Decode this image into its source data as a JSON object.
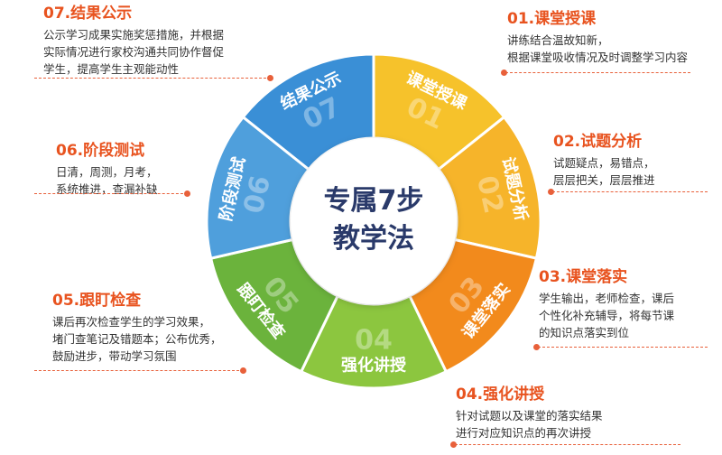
{
  "center": {
    "line1": "专属7步",
    "line2": "教学法"
  },
  "colors": {
    "accent": "#e8531f",
    "segments": [
      "#f6c22b",
      "#f6b42a",
      "#f28a1c",
      "#8cc63f",
      "#6bb33c",
      "#4f9fdc",
      "#3a8fd6"
    ]
  },
  "segments": [
    {
      "num": "01",
      "label": "课堂授课"
    },
    {
      "num": "02",
      "label": "试题分析"
    },
    {
      "num": "03",
      "label": "课堂落实"
    },
    {
      "num": "04",
      "label": "强化讲授"
    },
    {
      "num": "05",
      "label": "跟盯检查"
    },
    {
      "num": "06",
      "label": "阶段测试"
    },
    {
      "num": "07",
      "label": "结果公示"
    }
  ],
  "cards": [
    {
      "title": "01.课堂授课",
      "desc": "讲练结合温故知新，\n根据课堂吸收情况及时调整学习内容"
    },
    {
      "title": "02.试题分析",
      "desc": "试题疑点，易错点，\n层层把关，层层推进"
    },
    {
      "title": "03.课堂落实",
      "desc": "学生输出，老师检查，课后\n个性化补充辅导，将每节课\n的知识点落实到位"
    },
    {
      "title": "04.强化讲授",
      "desc": "针对试题以及课堂的落实结果\n进行对应知识点的再次讲授"
    },
    {
      "title": "05.跟盯检查",
      "desc": "课后再次检查学生的学习效果，\n堵门查笔记及错题本；公布优秀，\n鼓励进步，带动学习氛围"
    },
    {
      "title": "06.阶段测试",
      "desc": "日清，周测，月考，\n系统推进，查漏补缺"
    },
    {
      "title": "07.结果公示",
      "desc": "公示学习成果实施奖惩措施，并根据\n实际情况进行家校沟通共同协作督促\n学生，提高学生主观能动性"
    }
  ]
}
